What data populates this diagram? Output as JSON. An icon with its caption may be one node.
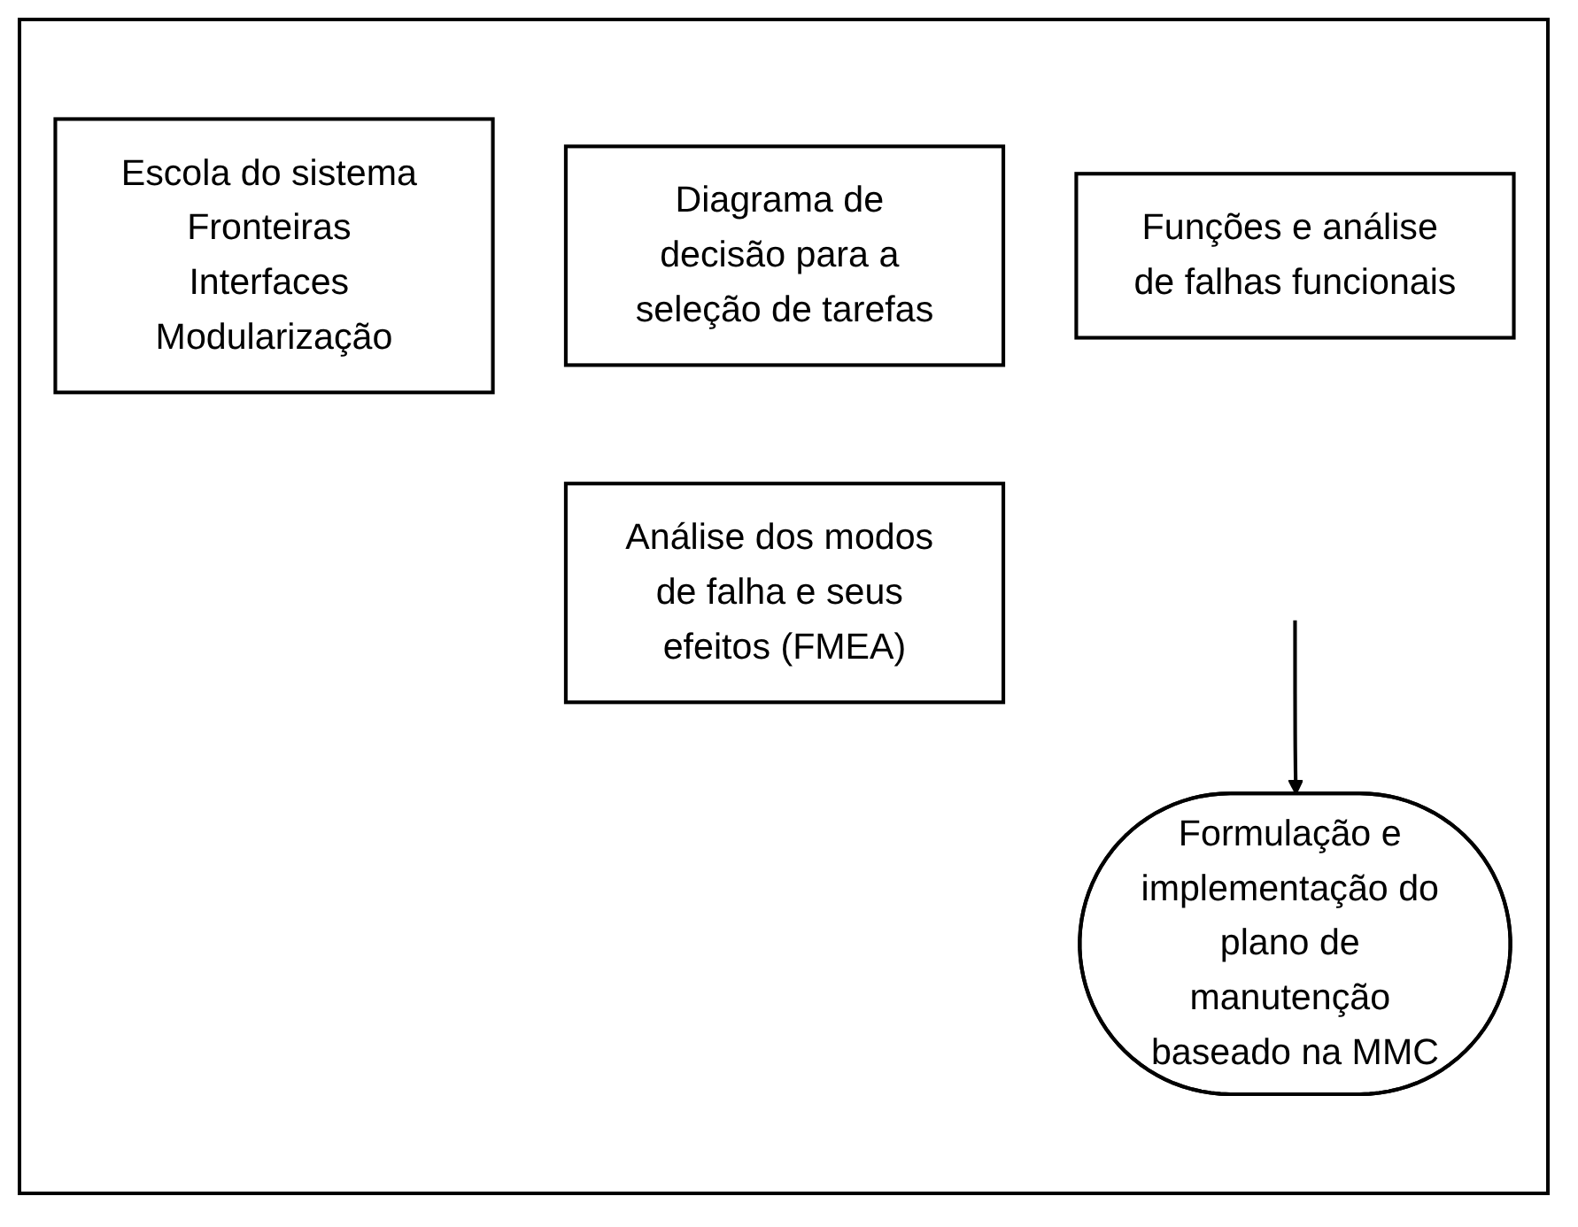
{
  "diagram": {
    "nodes": [
      {
        "text": [
          "Escola do sistema Fronteiras Interfaces Modularização"
        ]
      },
      {
        "text": [
          "Funções e análise de falhas funcionais"
        ]
      },
      {
        "text": [
          "Diagrama de decisão para a seleção de tarefas"
        ]
      },
      {
        "text": [
          "Análise dos modos de falha e seus efeitos (FMEA)"
        ]
      },
      {
        "text": [
          "Formulação e implementação do plano de manutenção baseado na MMC"
        ]
      }
    ],
    "edges": [
      {
        "from": null,
        "to": 4,
        "arrow": "to"
      }
    ]
  }
}
